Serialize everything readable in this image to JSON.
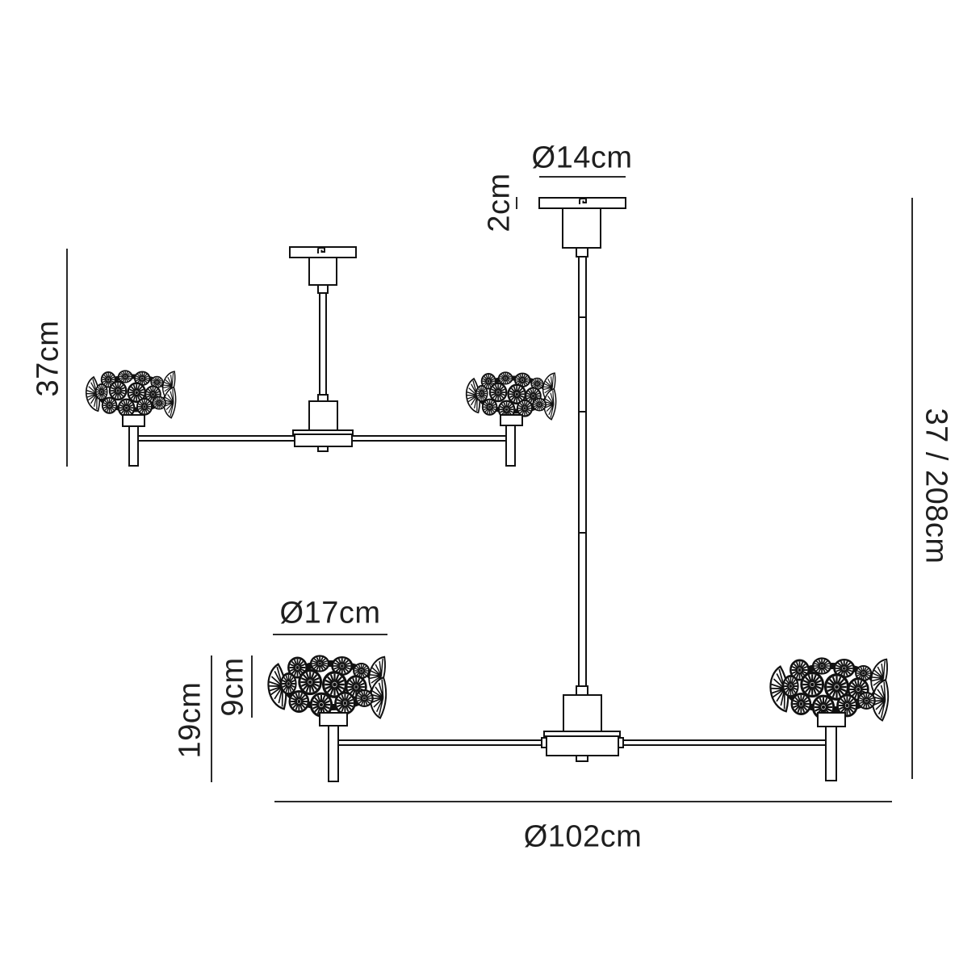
{
  "dimensions": {
    "canopy_diameter": "Ø14cm",
    "canopy_height": "2cm",
    "semi_flush_height": "37cm",
    "overall_height_range": "37 / 208cm",
    "shade_diameter": "Ø17cm",
    "shade_height": "9cm",
    "lamp_section_height": "19cm",
    "overall_diameter": "Ø102cm"
  }
}
